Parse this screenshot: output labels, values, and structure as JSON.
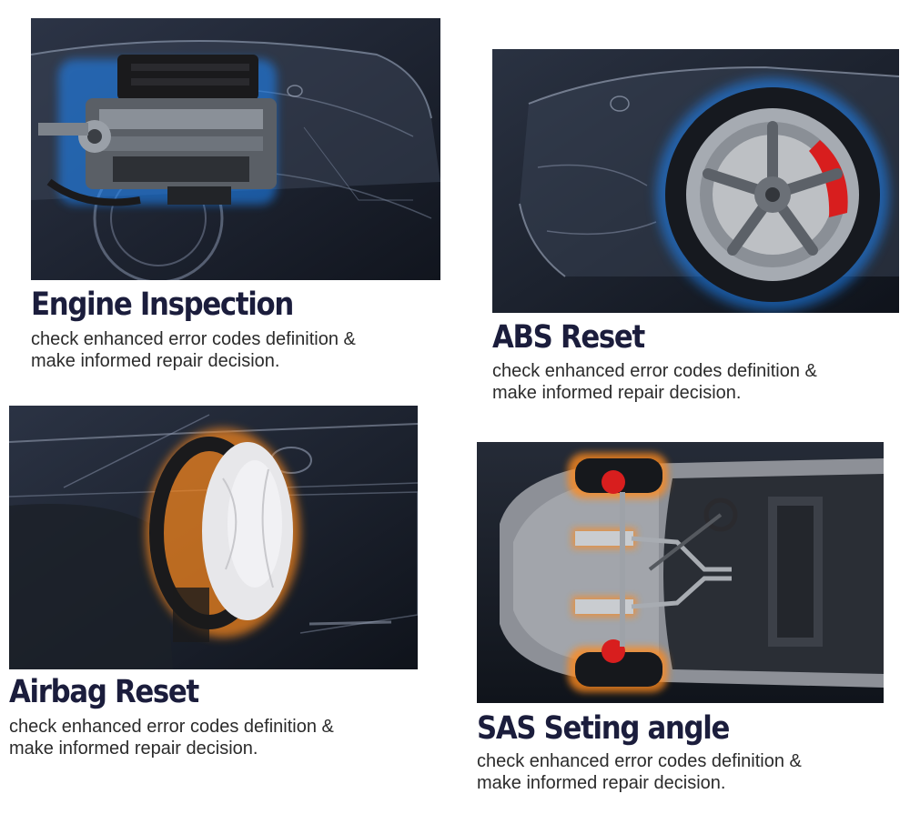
{
  "features": [
    {
      "id": "engine",
      "title": "Engine Inspection",
      "desc_line1": "check enhanced error codes definition &",
      "desc_line2": "make informed repair decision.",
      "icon": "engine-icon",
      "highlight": "#1e88ff"
    },
    {
      "id": "abs",
      "title": "ABS Reset",
      "desc_line1": "check enhanced error codes definition &",
      "desc_line2": "make informed repair decision.",
      "icon": "wheel-brake-icon",
      "highlight": "#1e88ff"
    },
    {
      "id": "airbag",
      "title": "Airbag Reset",
      "desc_line1": "check enhanced error codes definition &",
      "desc_line2": "make informed repair decision.",
      "icon": "airbag-icon",
      "highlight": "#ff8a1e"
    },
    {
      "id": "sas",
      "title": "SAS Seting angle",
      "desc_line1": "check enhanced error codes definition &",
      "desc_line2": "make informed repair decision.",
      "icon": "steering-suspension-icon",
      "highlight": "#ff8a1e"
    }
  ]
}
